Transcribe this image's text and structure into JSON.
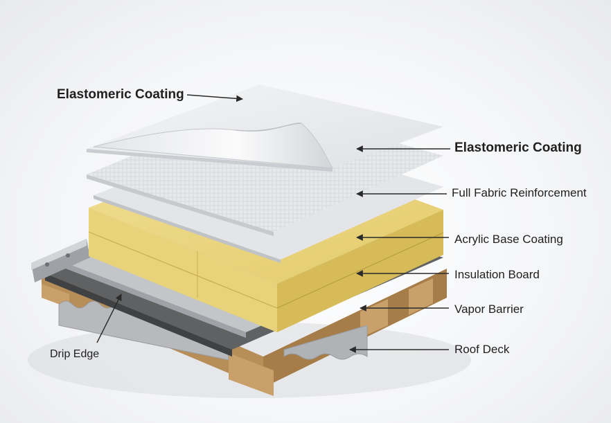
{
  "labels": {
    "top_left": "Elastomeric Coating",
    "elastomeric_coating": "Elastomeric Coating",
    "full_fabric_reinforcement": "Full Fabric Reinforcement",
    "acrylic_base_coating": "Acrylic Base Coating",
    "insulation_board": "Insulation Board",
    "vapor_barrier": "Vapor Barrier",
    "roof_deck": "Roof Deck",
    "drip_edge": "Drip Edge"
  },
  "colors": {
    "wood": "#c9a473",
    "wood_dark": "#9c7442",
    "metal_deck": "#b7b9bc",
    "vapor_barrier": "#5f6163",
    "galvanized": "#c3c6c9",
    "insulation": "#e8d27a",
    "insulation_side": "#d6bb58",
    "sheet_white": "#eceef0",
    "sheet_edge": "#cfd2d5",
    "leader": "#2a2a2a"
  }
}
